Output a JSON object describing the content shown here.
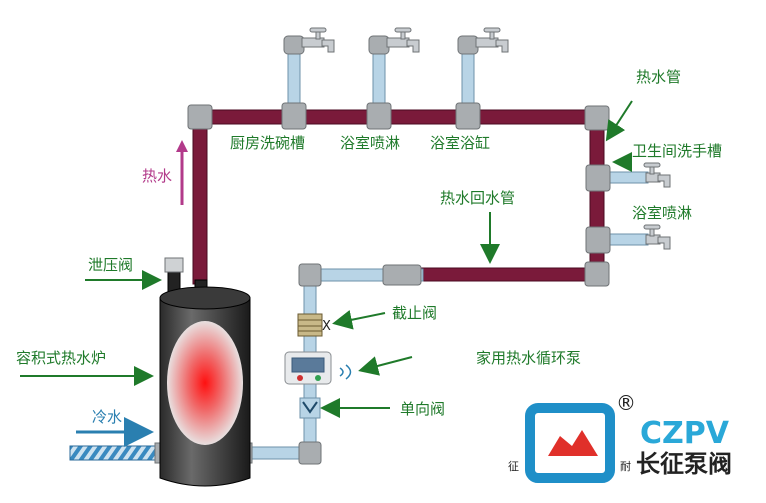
{
  "labels": {
    "kitchen_sink": "厨房洗碗槽",
    "bath_shower_top": "浴室喷淋",
    "bathtub": "浴室浴缸",
    "hot_water_pipe": "热水管",
    "washbasin": "卫生间洗手槽",
    "bath_shower_right": "浴室喷淋",
    "hot_water_return": "热水回水管",
    "hot_water": "热水",
    "relief_valve": "泄压阀",
    "stop_valve": "截止阀",
    "stop_valve_mark": "X",
    "storage_heater": "容积式热水炉",
    "circulation_pump": "家用热水循环泵",
    "check_valve": "单向阀",
    "cold_water": "冷水"
  },
  "brand": {
    "latin": "CZPV",
    "chinese": "长征泵阀",
    "registered": "®",
    "logo_left_char": "征",
    "logo_right_char": "耐"
  },
  "colors": {
    "hot_pipe": "#7a1a3a",
    "cold_pipe": "#b8d4e6",
    "fitting": "#a9adb0",
    "label_green": "#1f7a2a",
    "arrow_purple": "#b23a8a",
    "brand_blue": "#2aa8d8",
    "logo_red": "#e0302a"
  }
}
